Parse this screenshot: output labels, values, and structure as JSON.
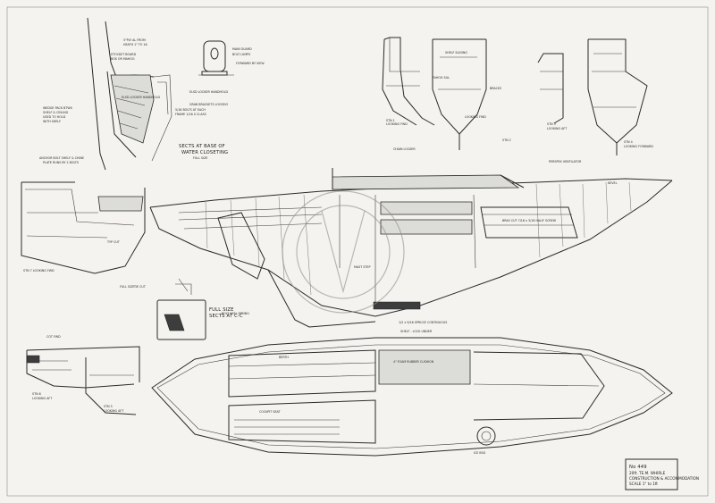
{
  "sections": {
    "sects_at_base": "SECTS AT BASE OF",
    "sects_at_base_2": "WATER CLOSETING",
    "full_size": "FULL SIZE",
    "full_size_lower": "FULL SIZE",
    "sects_at_cc": "SECTS AT C-C",
    "stn_1": "STN 1",
    "stn_1_sub": "LOOKING FWD",
    "stn_2": "STN 2",
    "stn_2_sub": "LOOKING FWD",
    "stn_3": "STN 3",
    "stn_3_sub": "LOOKING AFT",
    "stn_4": "STN 4",
    "stn_4_sub": "LOOKING FORWARD",
    "stn_7": "STN 7 LOOKING FWD",
    "stn_6": "STN 6",
    "stn_6_sub": "LOOKING AFT",
    "stn_5": "STN 5",
    "stn_5_sub": "LOOKING AFT"
  },
  "title_block": {
    "number": "No 449",
    "line1": "20ft. TE.M. WHIRLE",
    "line2": "CONSTRUCTION & ACCOMMODATION",
    "line3": "SCALE 1\" to 1ft"
  },
  "plan_labels": {
    "shelf_lock_under": "SHELF - LOCK UNDER",
    "berth": "BERTH",
    "cushions": "4\" FOAM RUBBER CUSHION",
    "cockpit_seat": "COCKPIT SEAT",
    "ice_box": "ICE BOX"
  },
  "notes": {
    "elsd": "ELSD LOCKER HANDHOLD",
    "kevel": "KEVEL",
    "cot_fwd": "COT FWD",
    "tie_cut": "TIE CUT",
    "mast": "MAST STEP"
  }
}
